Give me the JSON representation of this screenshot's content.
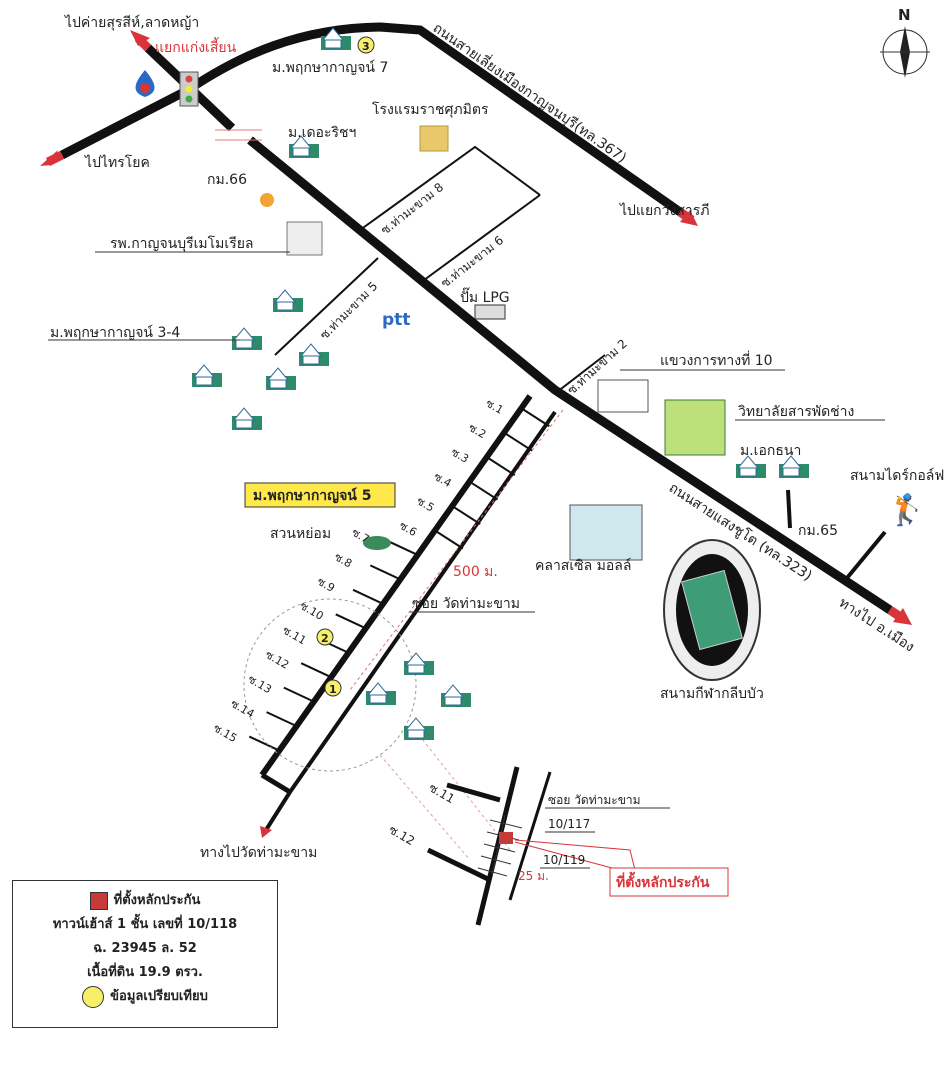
{
  "compass": "N",
  "directions": {
    "to_khai_surasi": "ไปค่ายสุรสีห์,ลาดหญ้า",
    "to_sai_yok": "ไปไทรโยค",
    "to_wang_sarapi": "ไปแยกวังสารภี",
    "to_mueang": "ทางไป อ.เมือง",
    "to_wat": "ทางไปวัดท่ามะขาม"
  },
  "junction": "แยกแก่งเสี้ยน",
  "roads": {
    "bypass": "ถนนสายเลี่ยงเมืองกาญจนบุรี(ทล.367)",
    "saengchuto": "ถนนสายแสงชูโต (ทล.323)",
    "soi8": "ซ.ท่ามะขาม 8",
    "soi6": "ซ.ท่ามะขาม 6",
    "soi5": "ซ.ท่ามะขาม 5",
    "soi2": "ซ.ท่ามะขาม 2",
    "soi_wat": "ซอย วัดท่ามะขาม",
    "side_sois": [
      "ซ.1",
      "ซ.2",
      "ซ.3",
      "ซ.4",
      "ซ.5",
      "ซ.6",
      "ซ.7",
      "ซ.8",
      "ซ.9",
      "ซ.10",
      "ซ.11",
      "ซ.12",
      "ซ.13",
      "ซ.14",
      "ซ.15"
    ]
  },
  "places": {
    "pruksa7": "ม.พฤกษากาญจน์ 7",
    "the_rich": "ม.เดอะริชฯ",
    "hotel": "โรงแรมราชศุภมิตร",
    "km66": "กม.66",
    "hospital": "รพ.กาญจนบุรีเมโมเรียล",
    "pruksa34": "ม.พฤกษากาญจน์ 3-4",
    "lpg": "ปั๊ม LPG",
    "ptt": "ptt",
    "highway_office": "แขวงการทางที่ 10",
    "college": "วิทยาลัยสารพัดช่าง",
    "ekthana": "ม.เอกธนา",
    "golf": "สนามไดร์กอล์ฟ",
    "km65": "กม.65",
    "pruksa5": "ม.พฤกษากาญจน์ 5",
    "park": "สวนหย่อม",
    "mall": "คลาสเซิล มอลล์",
    "stadium": "สนามกีฬากลีบบัว",
    "distance_500": "500 ม.",
    "distance_25": "25 ม."
  },
  "markers": [
    "1",
    "2",
    "3"
  ],
  "inset": {
    "soi11": "ซ.11",
    "soi12": "ซ.12",
    "soi_wat": "ซอย วัดท่ามะขาม",
    "house_117": "10/117",
    "house_119": "10/119",
    "collateral_label": "ที่ตั้งหลักประกัน"
  },
  "legend": {
    "collateral": "ที่ตั้งหลักประกัน",
    "property": "ทาวน์เฮ้าส์ 1 ชั้น เลขที่ 10/118",
    "deed": "ฉ. 23945 ล. 52",
    "area": "เนื้อที่ดิน 19.9 ตรว.",
    "comparison": "ข้อมูลเปรียบเทียบ"
  },
  "colors": {
    "road": "#111111",
    "accent_red": "#d9343a",
    "house_green": "#2e8b6a",
    "marker_yellow": "#f7ef6a"
  }
}
